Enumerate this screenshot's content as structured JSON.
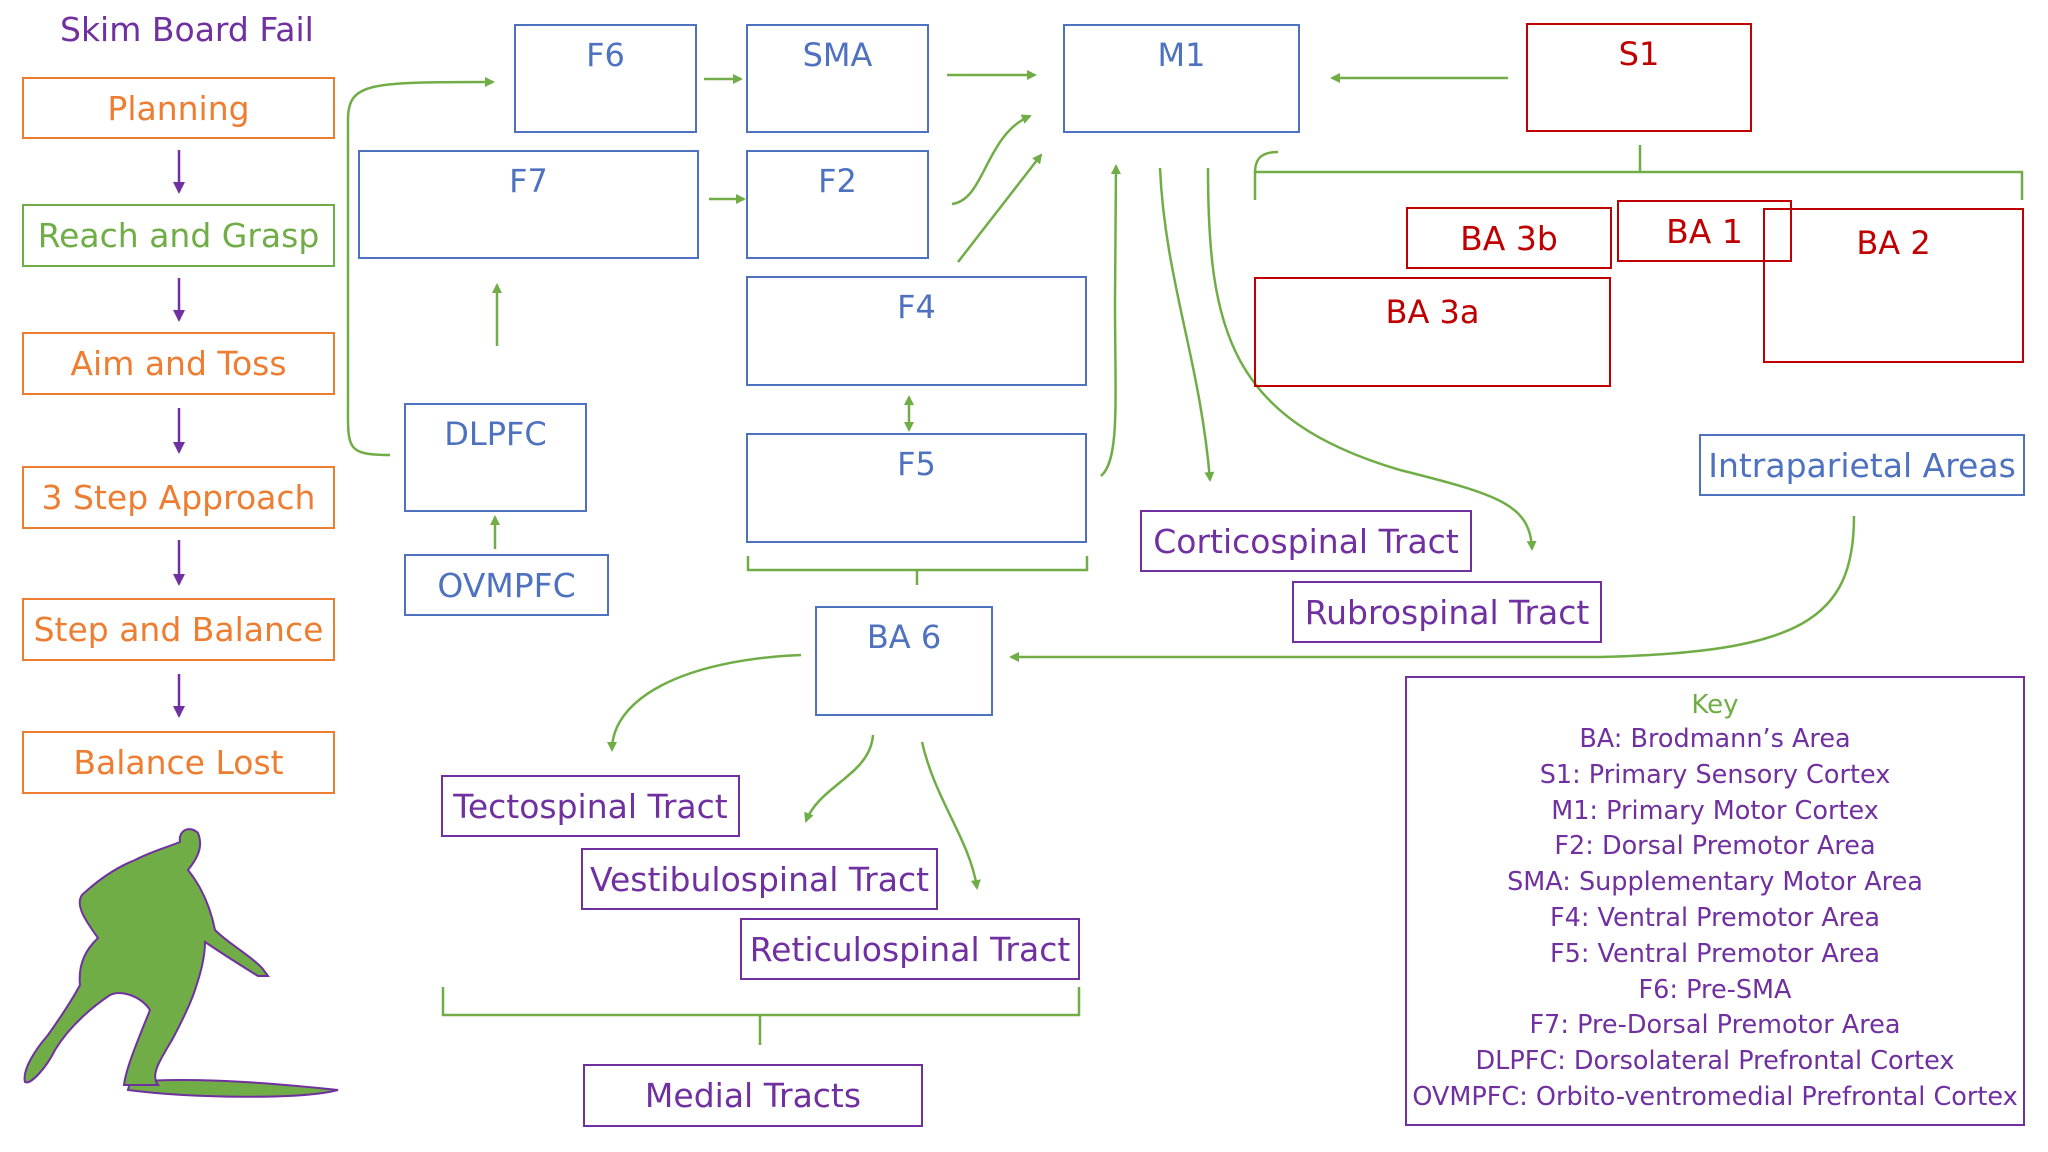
{
  "title": "Skim Board Fail",
  "steps": [
    "Planning",
    "Reach and Grasp",
    "Aim and Toss",
    "3 Step Approach",
    "Step and Balance",
    "Balance Lost"
  ],
  "areas": {
    "f6": "F6",
    "sma": "SMA",
    "m1": "M1",
    "s1": "S1",
    "f7": "F7",
    "f2": "F2",
    "f4": "F4",
    "f5": "F5",
    "dlpfc": "DLPFC",
    "ovmpfc": "OVMPFC",
    "ba6": "BA 6",
    "ba3b": "BA 3b",
    "ba1": "BA 1",
    "ba2": "BA 2",
    "ba3a": "BA 3a",
    "intraparietal": "Intraparietal Areas"
  },
  "tracts": {
    "corticospinal": "Corticospinal Tract",
    "rubrospinal": "Rubrospinal Tract",
    "tectospinal": "Tectospinal Tract",
    "vestibulospinal": "Vestibulospinal Tract",
    "reticulospinal": "Reticulospinal Tract",
    "medial": "Medial Tracts"
  },
  "key": {
    "title": "Key",
    "lines": [
      "BA: Brodmann’s Area",
      "S1: Primary Sensory Cortex",
      "M1: Primary Motor Cortex",
      "F2: Dorsal Premotor Area",
      "SMA: Supplementary Motor Area",
      "F4: Ventral Premotor Area",
      "F5: Ventral Premotor Area",
      "F6: Pre-SMA",
      "F7: Pre-Dorsal Premotor Area",
      "DLPFC: Dorsolateral Prefrontal Cortex",
      "OVMPFC: Orbito-ventromedial Prefrontal Cortex"
    ]
  },
  "colors": {
    "motor_blue": "#4e72bf",
    "sensory_red": "#c00000",
    "tract_purple": "#7030a0",
    "step_orange": "#ed7d31",
    "arrow_green": "#70ad47"
  }
}
